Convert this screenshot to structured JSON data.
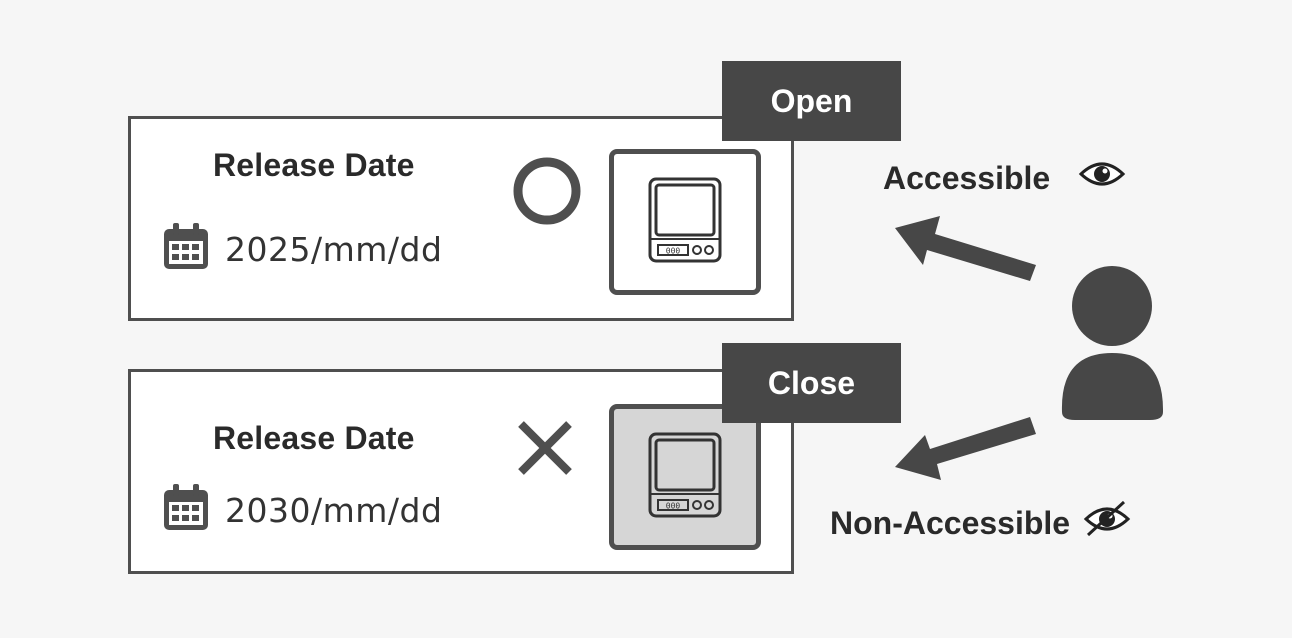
{
  "cards": [
    {
      "title": "Release Date",
      "date": "2025/mm/dd",
      "mark": "circle-mark",
      "tag": "Open"
    },
    {
      "title": "Release Date",
      "date": "2030/mm/dd",
      "mark": "cross-mark",
      "tag": "Close"
    }
  ],
  "labels": {
    "accessible": "Accessible",
    "non_accessible": "Non-Accessible"
  },
  "icons": {
    "calendar": "calendar-icon",
    "device": "kitchen-scale-icon",
    "user": "user-icon",
    "eye": "eye-icon",
    "eye_off": "eye-off-icon"
  },
  "colors": {
    "dark": "#474747",
    "border": "#4f4f4f",
    "disabled_fill": "#d6d6d6",
    "background": "#f6f6f6"
  }
}
